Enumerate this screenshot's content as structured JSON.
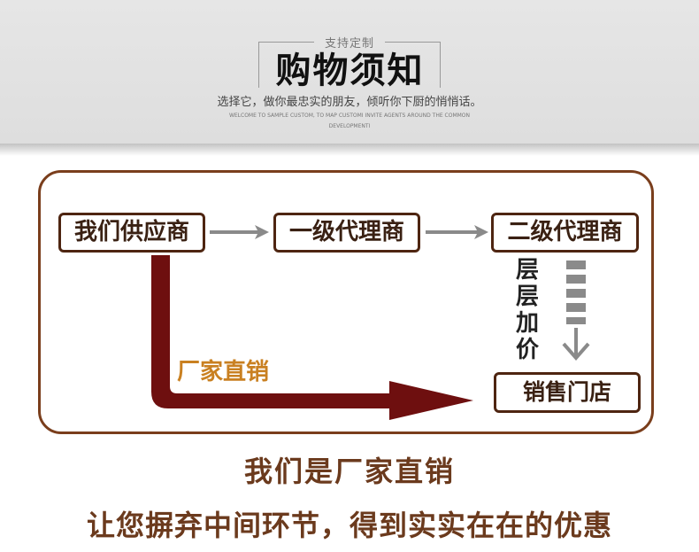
{
  "banner": {
    "tagline": "支持定制",
    "title": "购物须知",
    "subtitle": "选择它，做你最忠实的朋友，倾听你下厨的悄悄话。",
    "english_line1": "WELCOME TO SAMPLE CUSTOM, TO MAP CUSTOMI INVITE AGENTS AROUND THE COMMON",
    "english_line2": "DEVELOPMENTI"
  },
  "diagram": {
    "nodes": {
      "supplier": "我们供应商",
      "agent1": "一级代理商",
      "agent2": "二级代理商",
      "store": "销售门店"
    },
    "markup_label": "层层加价",
    "direct_label": "厂家直销"
  },
  "footer": {
    "line1": "我们是厂家直销",
    "line2": "让您摒弃中间环节，得到实实在在的优惠"
  },
  "colors": {
    "frame": "#7a3e1c",
    "direct_arrow": "#6e0f0f",
    "gray_arrow": "#8a8a8a",
    "direct_label": "#c98021",
    "footer_text": "#6b3a1d"
  }
}
